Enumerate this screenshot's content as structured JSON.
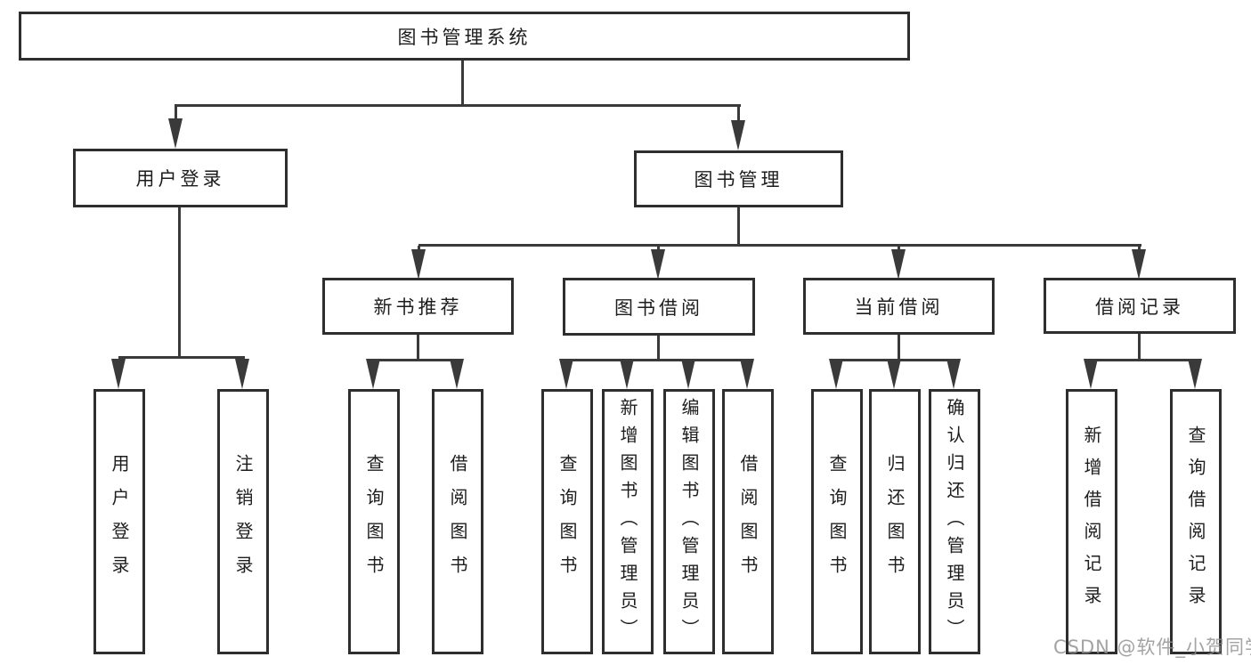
{
  "diagram_type": "hierarchy-tree",
  "nodes": {
    "root": "图书管理系统",
    "user_login": "用户登录",
    "book_mgmt": "图书管理",
    "new_books": "新书推荐",
    "book_borrow": "图书借阅",
    "current_borrow": "当前借阅",
    "borrow_records": "借阅记录",
    "leaves": {
      "user_login": [
        "用户登录",
        "注销登录"
      ],
      "new_books": [
        "查询图书",
        "借阅图书"
      ],
      "book_borrow": [
        "查询图书",
        "新增图书（管理员）",
        "编辑图书（管理员）",
        "借阅图书"
      ],
      "current_borrow": [
        "查询图书",
        "归还图书",
        "确认归还（管理员）"
      ],
      "borrow_records": [
        "新增借阅记录",
        "查询借阅记录"
      ]
    }
  },
  "watermark": "CSDN @软件_小贺同学",
  "colors": {
    "background": "#ffffff",
    "box_border": "#2e2e2e",
    "connector": "#3a3a3a",
    "text": "#1d1d1d",
    "watermark_text": "#8f8f8f"
  }
}
